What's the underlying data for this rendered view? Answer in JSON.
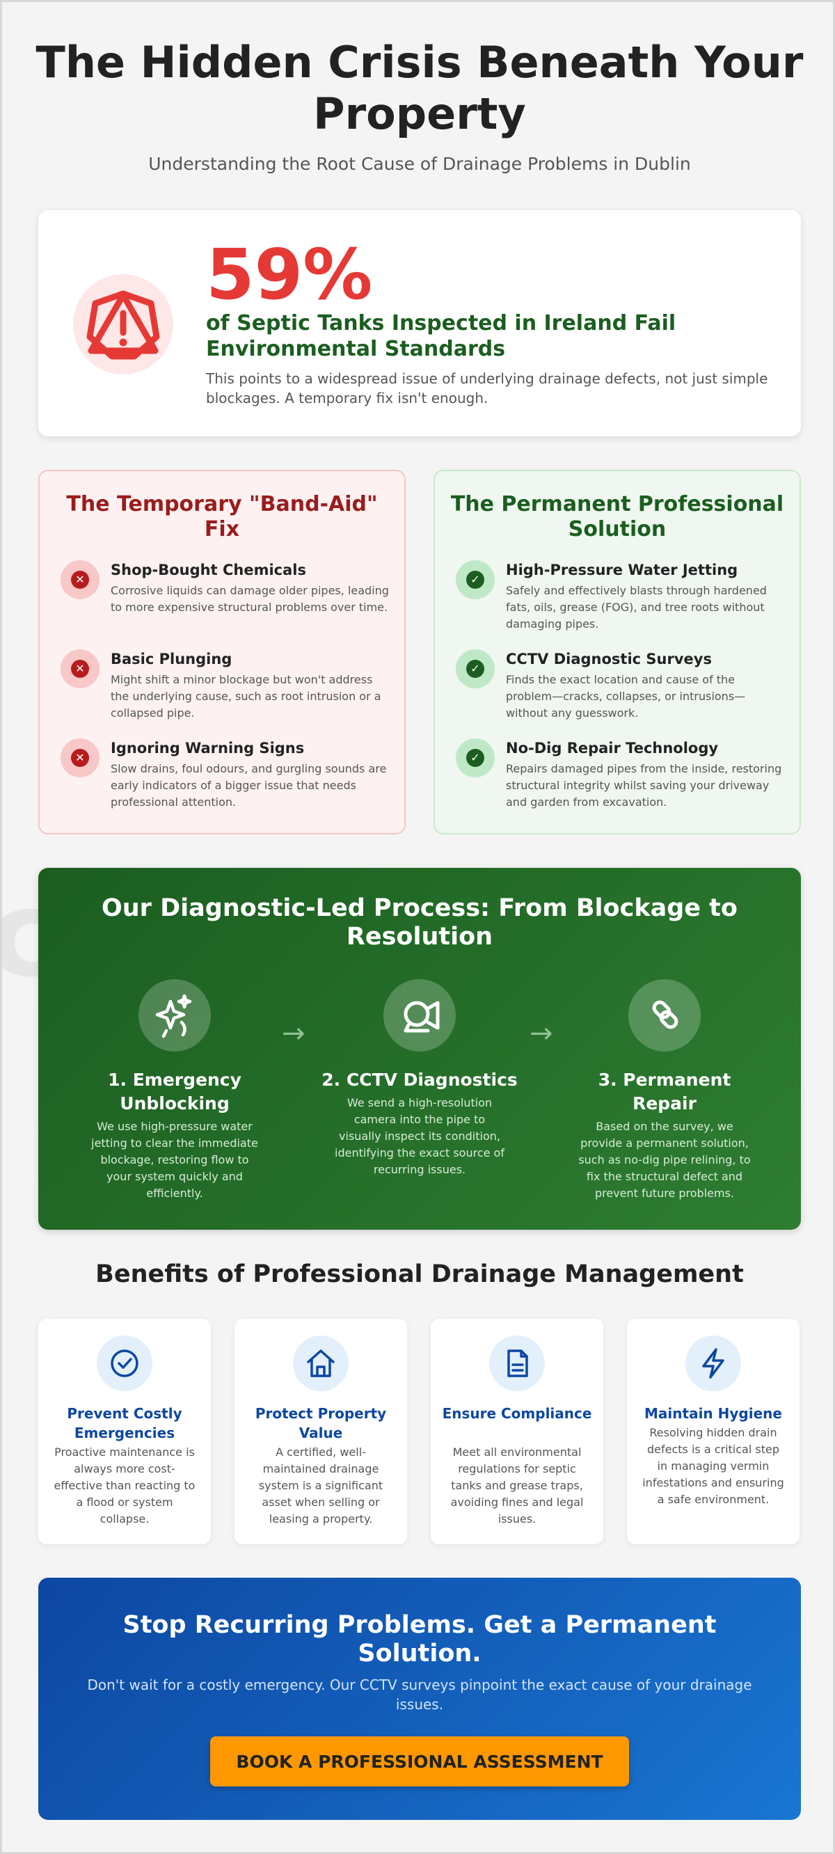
{
  "header": {
    "title": "The Hidden Crisis Beneath Your Property",
    "subtitle": "Understanding the Root Cause of Drainage Problems in Dublin"
  },
  "stat": {
    "icon": "warning-triangle-icon",
    "value": "59%",
    "heading": "of Septic Tanks Inspected in Ireland Fail Environmental Standards",
    "description": "This points to a widespread issue of underlying drainage defects, not just simple blockages. A temporary fix isn't enough."
  },
  "temporary_fix": {
    "title": "The Temporary \"Band-Aid\" Fix",
    "items": [
      {
        "title": "Shop-Bought Chemicals",
        "description": "Corrosive liquids can damage older pipes, leading to more expensive structural problems over time."
      },
      {
        "title": "Basic Plunging",
        "description": "Might shift a minor blockage but won't address the underlying cause, such as root intrusion or a collapsed pipe."
      },
      {
        "title": "Ignoring Warning Signs",
        "description": "Slow drains, foul odours, and gurgling sounds are early indicators of a bigger issue that needs professional attention."
      }
    ]
  },
  "permanent_solution": {
    "title": "The Permanent Professional Solution",
    "items": [
      {
        "title": "High-Pressure Water Jetting",
        "description": "Safely and effectively blasts through hardened fats, oils, grease (FOG), and tree roots without damaging pipes."
      },
      {
        "title": "CCTV Diagnostic Surveys",
        "description": "Finds the exact location and cause of the problem—cracks, collapses, or intrusions—without any guesswork."
      },
      {
        "title": "No-Dig Repair Technology",
        "description": "Repairs damaged pipes from the inside, restoring structural integrity whilst saving your driveway and garden from excavation."
      }
    ]
  },
  "process": {
    "title": "Our Diagnostic-Led Process: From Blockage to Resolution",
    "steps": [
      {
        "icon": "sparkle-icon",
        "title": "1. Emergency Unblocking",
        "description": "We use high-pressure water jetting to clear the immediate blockage, restoring flow to your system quickly and efficiently."
      },
      {
        "icon": "camera-icon",
        "title": "2. CCTV Diagnostics",
        "description": "We send a high-resolution camera into the pipe to visually inspect its condition, identifying the exact source of recurring issues."
      },
      {
        "icon": "link-icon",
        "title": "3. Permanent Repair",
        "description": "Based on the survey, we provide a permanent solution, such as no-dig pipe relining, to fix the structural defect and prevent future problems."
      }
    ],
    "arrow": "→"
  },
  "benefits": {
    "title": "Benefits of Professional Drainage Management",
    "items": [
      {
        "icon": "check-circle-icon",
        "title": "Prevent Costly Emergencies",
        "description": "Proactive maintenance is always more cost-effective than reacting to a flood or system collapse."
      },
      {
        "icon": "house-icon",
        "title": "Protect Property Value",
        "description": "A certified, well-maintained drainage system is a significant asset when selling or leasing a property."
      },
      {
        "icon": "document-icon",
        "title": "Ensure Compliance",
        "description": "Meet all environmental regulations for septic tanks and grease traps, avoiding fines and legal issues."
      },
      {
        "icon": "lightning-icon",
        "title": "Maintain Hygiene",
        "description": "Resolving hidden drain defects is a critical step in managing vermin infestations and ensuring a safe environment."
      }
    ]
  },
  "cta": {
    "title": "Stop Recurring Problems. Get a Permanent Solution.",
    "description": "Don't wait for a costly emergency. Our CCTV surveys pinpoint the exact cause of your drainage issues.",
    "button_label": "BOOK A PROFESSIONAL ASSESSMENT"
  },
  "badges": {
    "cross": "✕",
    "check": "✓"
  },
  "colors": {
    "danger": "#e53935",
    "dark_green": "#1b5e20",
    "blue": "#0d47a1",
    "orange": "#ff9800"
  }
}
